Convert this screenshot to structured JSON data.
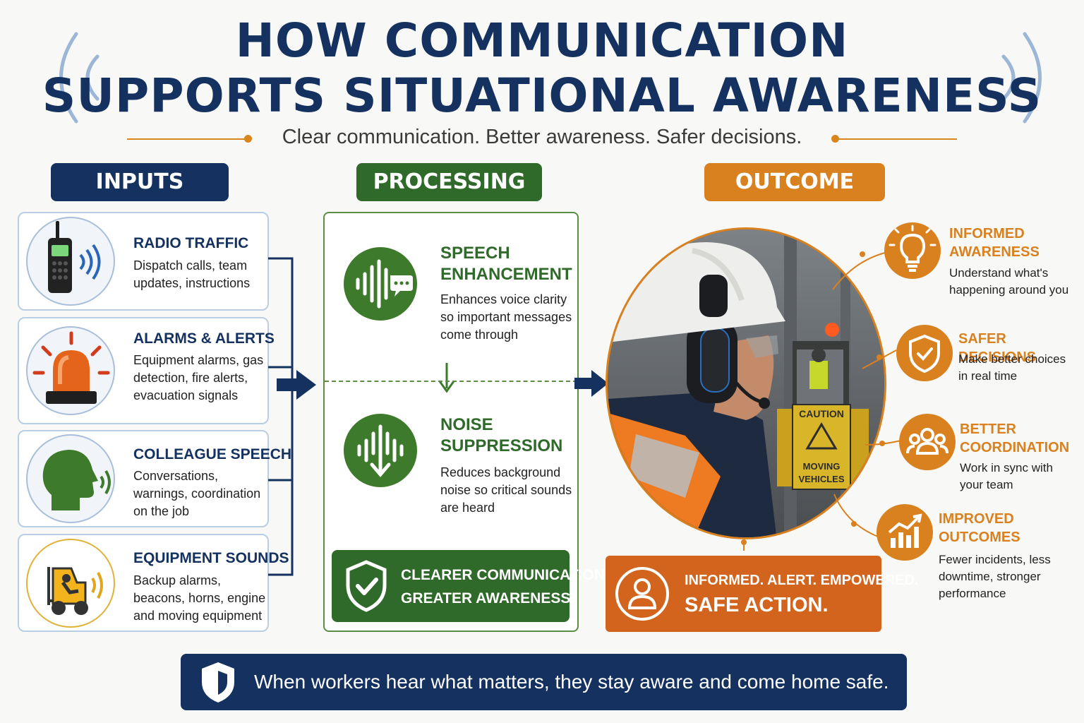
{
  "title": {
    "line1": "HOW COMMUNICATION",
    "line2": "SUPPORTS SITUATIONAL AWARENESS",
    "subtitle": "Clear communication. Better awareness. Safer decisions."
  },
  "sections": {
    "inputs": "INPUTS",
    "processing": "PROCESSING",
    "outcome": "OUTCOME"
  },
  "inputs": [
    {
      "title": "RADIO TRAFFIC",
      "desc": "Dispatch calls, team updates, instructions",
      "icon": "radio-icon"
    },
    {
      "title": "ALARMS & ALERTS",
      "desc": "Equipment alarms, gas detection, fire alerts, evacuation signals",
      "icon": "alarm-beacon-icon"
    },
    {
      "title": "COLLEAGUE SPEECH",
      "desc": "Conversations, warnings, coordination on the job",
      "icon": "speaking-head-icon"
    },
    {
      "title": "EQUIPMENT SOUNDS",
      "desc": "Backup alarms, beacons, horns, engine and moving equipment",
      "icon": "forklift-icon"
    }
  ],
  "processing": [
    {
      "title_line1": "SPEECH",
      "title_line2": "ENHANCEMENT",
      "desc": "Enhances voice clarity so important messages come through",
      "icon": "speech-waveform-icon"
    },
    {
      "title_line1": "NOISE",
      "title_line2": "SUPPRESSION",
      "desc": "Reduces background noise so critical sounds are heard",
      "icon": "noise-waveform-icon"
    }
  ],
  "processing_banner": {
    "line1": "CLEARER COMMUNICATION",
    "line2": "GREATER AWARENESS",
    "icon": "shield-check-icon"
  },
  "outcomes": [
    {
      "title_line1": "INFORMED",
      "title_line2": "AWARENESS",
      "desc": "Understand what's happening around you",
      "icon": "lightbulb-icon"
    },
    {
      "title_line1": "SAFER DECISIONS",
      "title_line2": "",
      "desc": "Make better choices in real time",
      "icon": "shield-check-icon"
    },
    {
      "title_line1": "BETTER",
      "title_line2": "COORDINATION",
      "desc": "Work in sync with your team",
      "icon": "team-icon"
    },
    {
      "title_line1": "IMPROVED",
      "title_line2": "OUTCOMES",
      "desc": "Fewer incidents, less downtime, stronger performance",
      "icon": "growth-chart-icon"
    }
  ],
  "outcome_banner": {
    "line1": "INFORMED. ALERT. EMPOWERED.",
    "line2": "SAFE ACTION.",
    "icon": "person-icon"
  },
  "photo": {
    "sign_line1": "CAUTION",
    "sign_line2": "MOVING",
    "sign_line3": "VEHICLES"
  },
  "footer": {
    "text": "When workers hear what matters, they stay aware and come home safe.",
    "icon": "shield-icon"
  },
  "colors": {
    "navy": "#14315f",
    "green": "#2f6a2a",
    "orange": "#d9801f"
  }
}
